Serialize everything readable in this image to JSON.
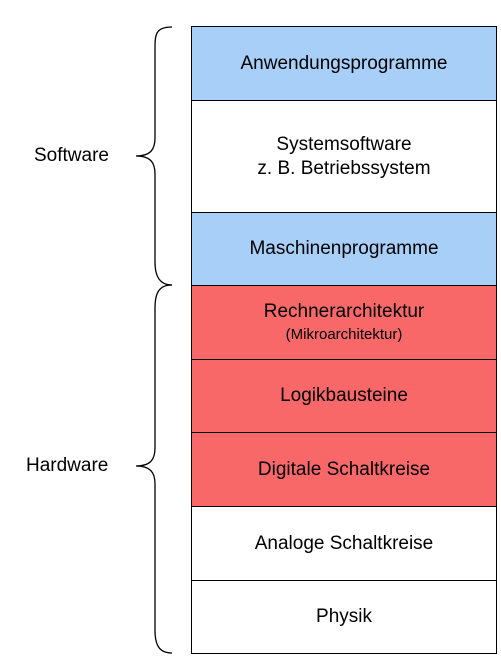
{
  "layers": [
    {
      "line1": "Anwendungsprogramme",
      "line2": "",
      "category": "software",
      "color": "#a8cff8"
    },
    {
      "line1": "Systemsoftware",
      "line2": "z. B. Betriebssystem",
      "category": "software",
      "color": "#ffffff"
    },
    {
      "line1": "Maschinenprogramme",
      "line2": "",
      "category": "software",
      "color": "#a8cff8"
    },
    {
      "line1": "Rechnerarchitektur",
      "line2": "(Mikroarchitektur)",
      "category": "hardware",
      "color": "#f86868"
    },
    {
      "line1": "Logikbausteine",
      "line2": "",
      "category": "hardware",
      "color": "#f86868"
    },
    {
      "line1": "Digitale Schaltkreise",
      "line2": "",
      "category": "hardware",
      "color": "#f86868"
    },
    {
      "line1": "Analoge Schaltkreise",
      "line2": "",
      "category": "hardware",
      "color": "#ffffff"
    },
    {
      "line1": "Physik",
      "line2": "",
      "category": "hardware",
      "color": "#ffffff"
    }
  ],
  "groups": {
    "software": {
      "label": "Software"
    },
    "hardware": {
      "label": "Hardware"
    }
  }
}
